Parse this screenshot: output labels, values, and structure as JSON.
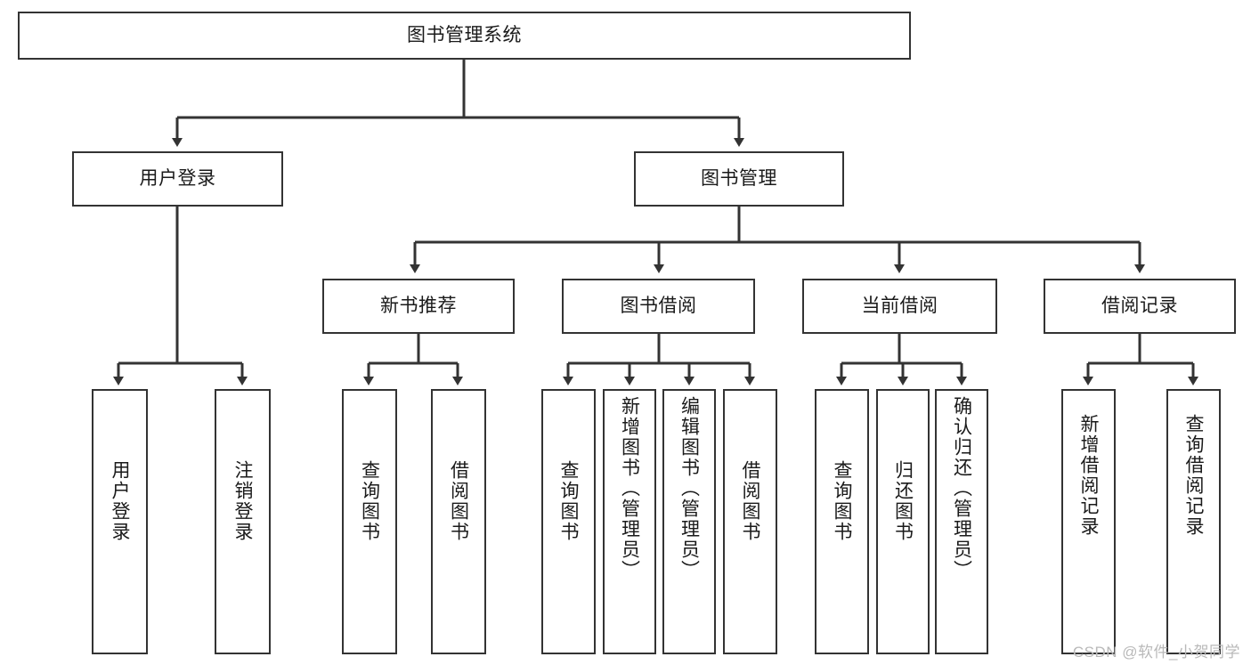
{
  "diagram": {
    "title": "图书管理系统",
    "type": "tree",
    "watermark": "CSDN @软件_小贺同学",
    "colors": {
      "box_border": "#333333",
      "box_fill": "#ffffff",
      "connector": "#333333",
      "text": "#1a1a1a",
      "watermark": "#b9b9b9",
      "background": "#ffffff"
    },
    "nodes": {
      "root": {
        "label": "图书管理系统"
      },
      "level2": [
        {
          "id": "user-login",
          "label": "用户登录"
        },
        {
          "id": "book-manage",
          "label": "图书管理"
        }
      ],
      "level3": [
        {
          "id": "new-book-recommend",
          "label": "新书推荐"
        },
        {
          "id": "book-borrow",
          "label": "图书借阅"
        },
        {
          "id": "current-borrow",
          "label": "当前借阅"
        },
        {
          "id": "borrow-record",
          "label": "借阅记录"
        }
      ],
      "leaves": {
        "user-login": [
          {
            "id": "leaf-user-login",
            "label": "用户登录"
          },
          {
            "id": "leaf-user-logout",
            "label": "注销登录"
          }
        ],
        "new-book-recommend": [
          {
            "id": "leaf-query-book-1",
            "label": "查询图书"
          },
          {
            "id": "leaf-borrow-book-1",
            "label": "借阅图书"
          }
        ],
        "book-borrow": [
          {
            "id": "leaf-query-book-2",
            "label": "查询图书"
          },
          {
            "id": "leaf-add-book",
            "label": "新增图书（管理员）"
          },
          {
            "id": "leaf-edit-book",
            "label": "编辑图书（管理员）"
          },
          {
            "id": "leaf-borrow-book-2",
            "label": "借阅图书"
          }
        ],
        "current-borrow": [
          {
            "id": "leaf-query-book-3",
            "label": "查询图书"
          },
          {
            "id": "leaf-return-book",
            "label": "归还图书"
          },
          {
            "id": "leaf-confirm-return",
            "label": "确认归还（管理员）"
          }
        ],
        "borrow-record": [
          {
            "id": "leaf-add-record",
            "label": "新增借阅记录"
          },
          {
            "id": "leaf-query-record",
            "label": "查询借阅记录"
          }
        ]
      }
    }
  }
}
